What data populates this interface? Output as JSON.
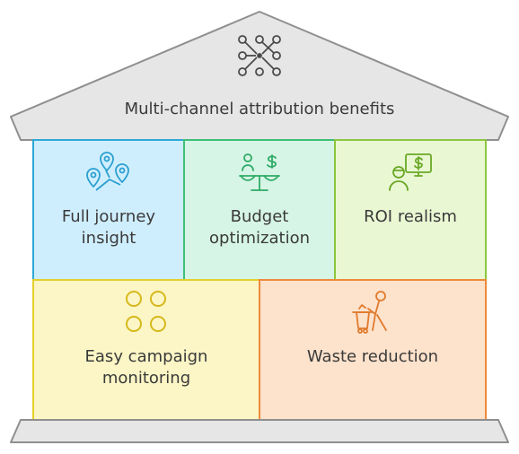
{
  "roof": {
    "title": "Multi-channel attribution benefits",
    "icon": "network-nodes-icon"
  },
  "benefits": [
    {
      "label": "Full journey\ninsight",
      "icon": "map-pins-route-icon",
      "fill": "#cfeefd",
      "stroke": "#2ea7d8",
      "accent": "#2a9fd0"
    },
    {
      "label": "Budget\noptimization",
      "icon": "balance-scale-dollar-icon",
      "fill": "#d6f5e6",
      "stroke": "#3dbf77",
      "accent": "#2faa66"
    },
    {
      "label": "ROI realism",
      "icon": "person-monitor-dollar-icon",
      "fill": "#e9f7d3",
      "stroke": "#8cc63f",
      "accent": "#6aa826"
    },
    {
      "label": "Easy campaign\nmonitoring",
      "icon": "four-circles-icon",
      "fill": "#fcf6c6",
      "stroke": "#e6cf2c",
      "accent": "#d6b81c"
    },
    {
      "label": "Waste reduction",
      "icon": "person-trash-cart-icon",
      "fill": "#fde2cc",
      "stroke": "#ee8a3c",
      "accent": "#e07a2c"
    }
  ],
  "colors": {
    "roof_fill": "#e6e6e6",
    "roof_stroke": "#8f8f8f",
    "base_fill": "#e6e6e6"
  }
}
